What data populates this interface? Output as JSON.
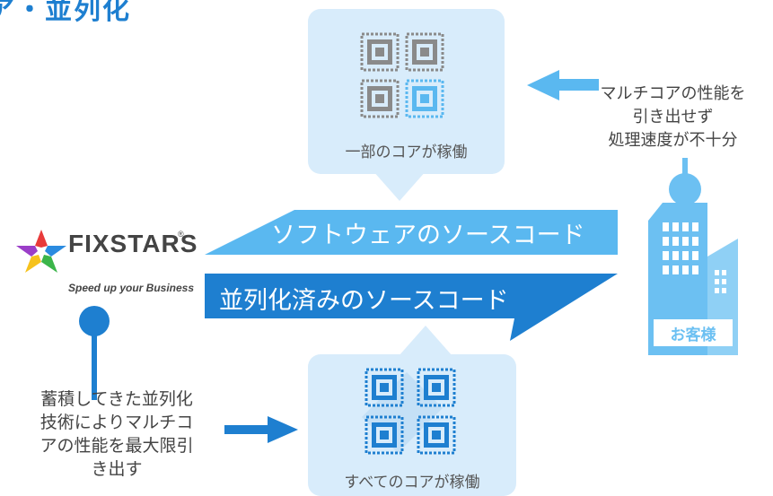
{
  "title": "ア・並列化",
  "top_card": {
    "caption": "一部のコアが稼働"
  },
  "bottom_card": {
    "caption": "すべてのコアが稼働"
  },
  "banner_source": {
    "label": "ソフトウェアのソースコード"
  },
  "banner_parallel": {
    "label": "並列化済みのソースコード"
  },
  "logo": {
    "name": "FIXSTARS",
    "tagline": "Speed up your Business",
    "mark": "®"
  },
  "customer": {
    "label": "お客様"
  },
  "problem_text": {
    "line1": "マルチコアの性能を",
    "line2": "引き出せず",
    "line3": "処理速度が不十分"
  },
  "solution_text": {
    "line1": "蓄積してきた並列化",
    "line2": "技術によりマルチコ",
    "line3": "アの性能を最大限引",
    "line4": "き出す"
  },
  "colors": {
    "light_blue": "#5ab8f0",
    "dark_blue": "#1e7fd0",
    "card_bg": "#d8ecfb",
    "chip_gray": "#8a8a8a",
    "building_blue": "#6cc0f2"
  }
}
